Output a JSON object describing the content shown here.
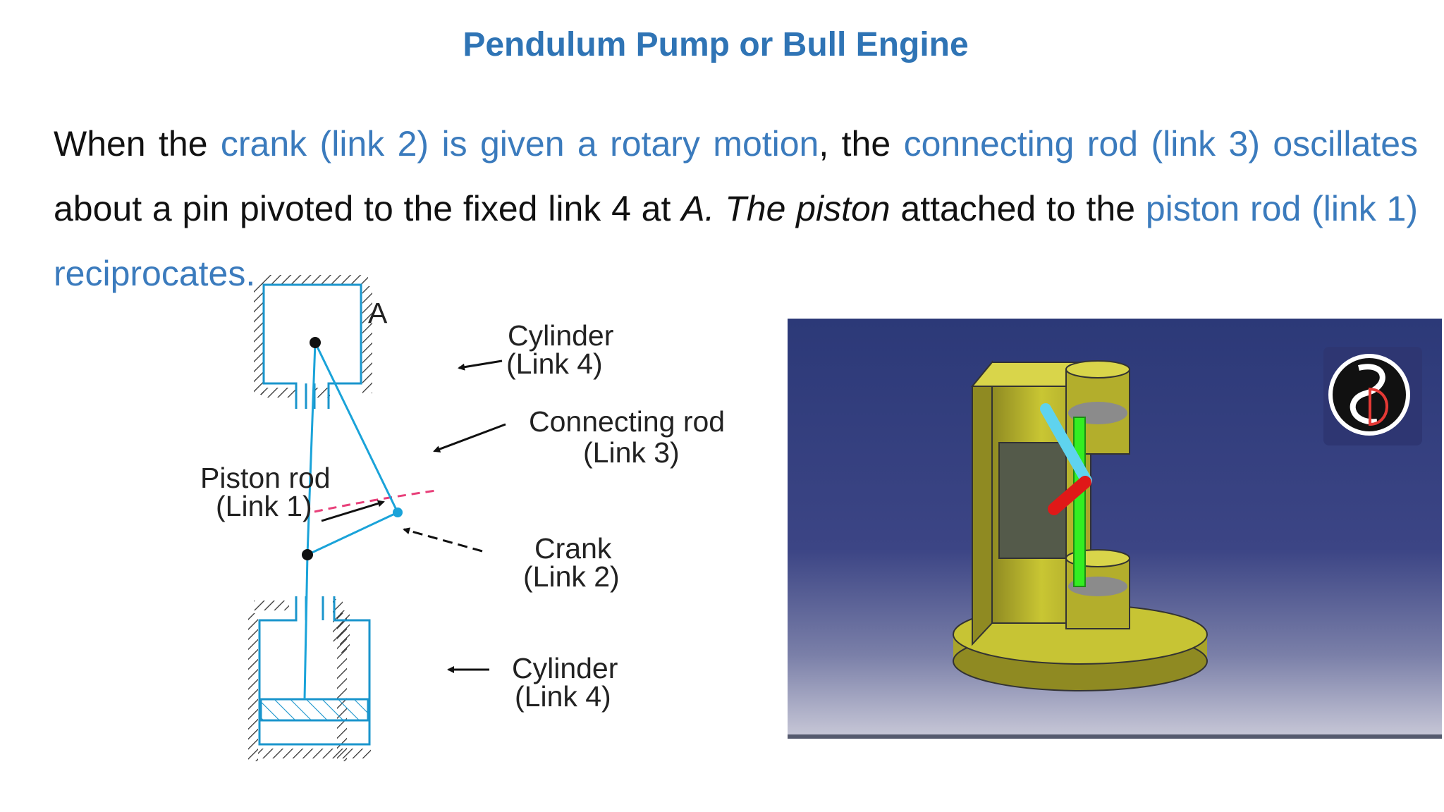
{
  "slide": {
    "title": "Pendulum Pump or Bull Engine",
    "paragraph": [
      {
        "text": "When the ",
        "style": "plain"
      },
      {
        "text": "crank (link 2) is given a rotary motion",
        "style": "highlight"
      },
      {
        "text": ", the ",
        "style": "plain"
      },
      {
        "text": "connecting rod (link 3) oscillates",
        "style": "highlight"
      },
      {
        "text": " about a pin pivoted to the fixed link 4 at ",
        "style": "plain"
      },
      {
        "text": "A. The piston",
        "style": "italic"
      },
      {
        "text": " attached to the ",
        "style": "plain"
      },
      {
        "text": "piston rod (link 1) reciprocates.",
        "style": "highlight"
      }
    ]
  },
  "diagram": {
    "point_label": "A",
    "labels": {
      "cylinder_top_line1": "Cylinder",
      "cylinder_top_line2": "(Link 4)",
      "connecting_rod_line1": "Connecting rod",
      "connecting_rod_line2": "(Link 3)",
      "piston_rod_line1": "Piston rod",
      "piston_rod_line2": "(Link 1)",
      "crank_line1": "Crank",
      "crank_line2": "(Link 2)",
      "cylinder_bottom_line1": "Cylinder",
      "cylinder_bottom_line2": "(Link 4)"
    },
    "colors": {
      "link": "#1aa3d9",
      "outline": "#1a95cc",
      "hatch": "#333333",
      "crank_path": "#e8407a",
      "joint": "#111111"
    }
  },
  "render": {
    "colors": {
      "background_top": "#2c3978",
      "background_bottom": "#c9c9d8",
      "frame": "#c9c633",
      "connecting_rod": "#5fd3ee",
      "crank": "#e01818",
      "piston_rod": "#33ee22"
    },
    "logo_icon": "sd-logo-icon"
  }
}
